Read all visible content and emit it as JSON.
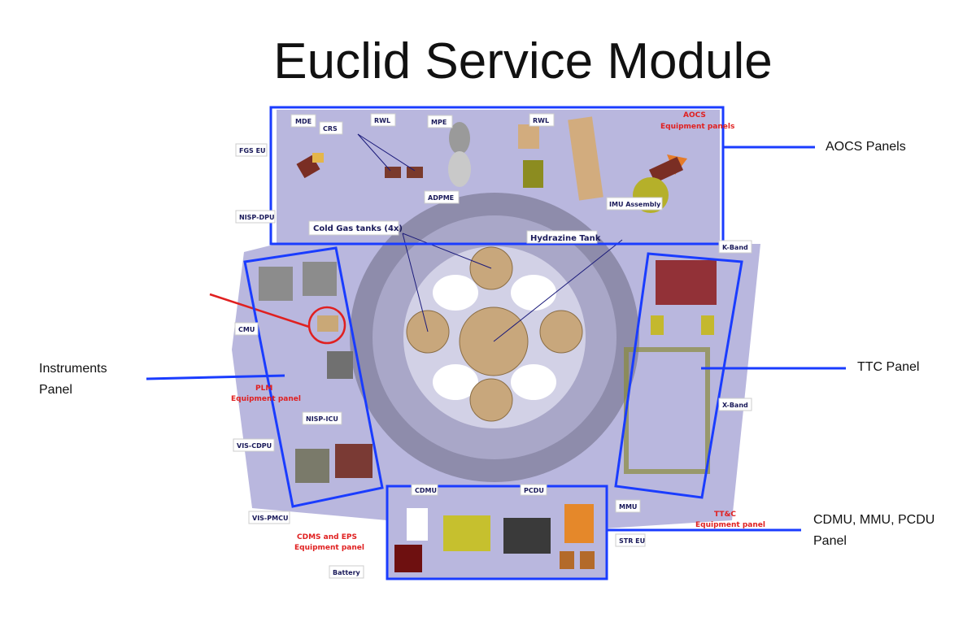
{
  "title": "Euclid Service Module",
  "callouts": {
    "aocs": "AOCS Panels",
    "instruments_line1": "Instruments",
    "instruments_line2": "Panel",
    "ttc": "TTC Panel",
    "cdmu_line1": "CDMU, MMU, PCDU",
    "cdmu_line2": "Panel"
  },
  "diagram_labels": {
    "mde": "MDE",
    "fgs_eu": "FGS EU",
    "crs": "CRS",
    "rwl1": "RWL",
    "mpe": "MPE",
    "rwl2": "RWL",
    "adpme": "ADPME",
    "imu": "IMU Assembly",
    "aocs_panels_1": "AOCS",
    "aocs_panels_2": "Equipment panels",
    "nisp_dpu": "NISP-DPU",
    "cold_gas": "Cold Gas tanks (4x)",
    "hydrazine": "Hydrazine Tank",
    "k_band": "K-Band",
    "x_band": "X-Band",
    "cmu": "CMU",
    "plm_1": "PLM",
    "plm_2": "Equipment panel",
    "nisp_icu": "NISP-ICU",
    "vis_cdpu": "VIS-CDPU",
    "vis_pmcu": "VIS-PMCU",
    "cdms_1": "CDMS and EPS",
    "cdms_2": "Equipment panel",
    "battery": "Battery",
    "cdmu": "CDMU",
    "pcdu": "PCDU",
    "mmu": "MMU",
    "str_eu": "STR EU",
    "ttc_1": "TT&C",
    "ttc_2": "Equipment panel"
  },
  "colors": {
    "highlight": "#1a3cff",
    "panel": "#b9b7de",
    "annotation": "#e02020"
  }
}
